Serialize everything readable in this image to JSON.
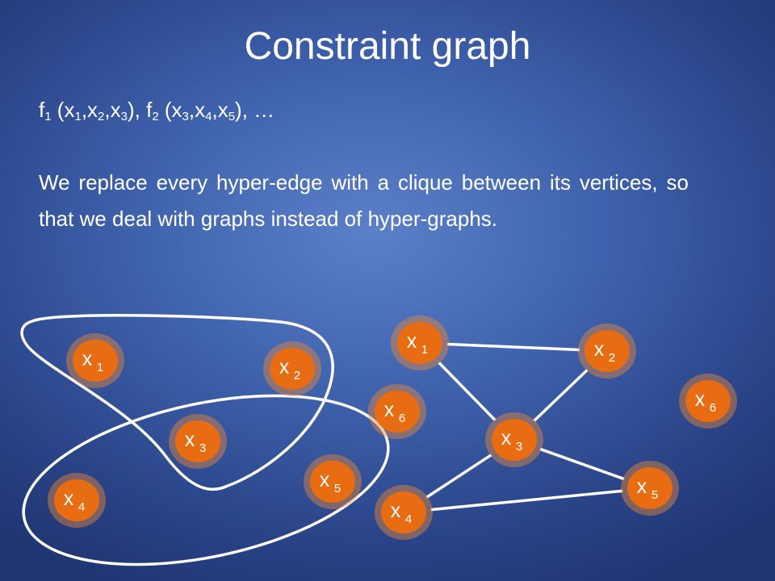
{
  "title": "Constraint graph",
  "formula": {
    "f1": "f",
    "f1_sub": "1",
    "f1_args_open": " (x",
    "f1_a_sub": "1",
    "f1_sep1": ",x",
    "f1_b_sub": "2",
    "f1_sep2": ",x",
    "f1_c_sub": "3",
    "f1_close": "), ",
    "f2": "f",
    "f2_sub": "2",
    "f2_args_open": " (x",
    "f2_a_sub": "3",
    "f2_sep1": ",x",
    "f2_b_sub": "4",
    "f2_sep2": ",x",
    "f2_c_sub": "5",
    "f2_close": "), …"
  },
  "paragraph": "We replace every hyper-edge with a clique between its vertices, so that we deal with graphs instead of hyper-graphs.",
  "colors": {
    "node": "#e86d12",
    "edge": "#ffffff",
    "background": "#3f62ad"
  },
  "hypergraph": {
    "nodes": [
      {
        "id": "x1",
        "label": "x",
        "sub": "1"
      },
      {
        "id": "x2",
        "label": "x",
        "sub": "2"
      },
      {
        "id": "x3",
        "label": "x",
        "sub": "3"
      },
      {
        "id": "x4",
        "label": "x",
        "sub": "4"
      },
      {
        "id": "x5",
        "label": "x",
        "sub": "5"
      },
      {
        "id": "x6",
        "label": "x",
        "sub": "6"
      }
    ],
    "hyperedges": [
      [
        "x1",
        "x2",
        "x3"
      ],
      [
        "x3",
        "x4",
        "x5"
      ]
    ]
  },
  "graph": {
    "nodes": [
      {
        "id": "x1",
        "label": "x",
        "sub": "1"
      },
      {
        "id": "x2",
        "label": "x",
        "sub": "2"
      },
      {
        "id": "x3",
        "label": "x",
        "sub": "3"
      },
      {
        "id": "x4",
        "label": "x",
        "sub": "4"
      },
      {
        "id": "x5",
        "label": "x",
        "sub": "5"
      },
      {
        "id": "x6",
        "label": "x",
        "sub": "6"
      }
    ],
    "edges": [
      [
        "x1",
        "x2"
      ],
      [
        "x1",
        "x3"
      ],
      [
        "x2",
        "x3"
      ],
      [
        "x3",
        "x4"
      ],
      [
        "x3",
        "x5"
      ],
      [
        "x4",
        "x5"
      ]
    ]
  }
}
